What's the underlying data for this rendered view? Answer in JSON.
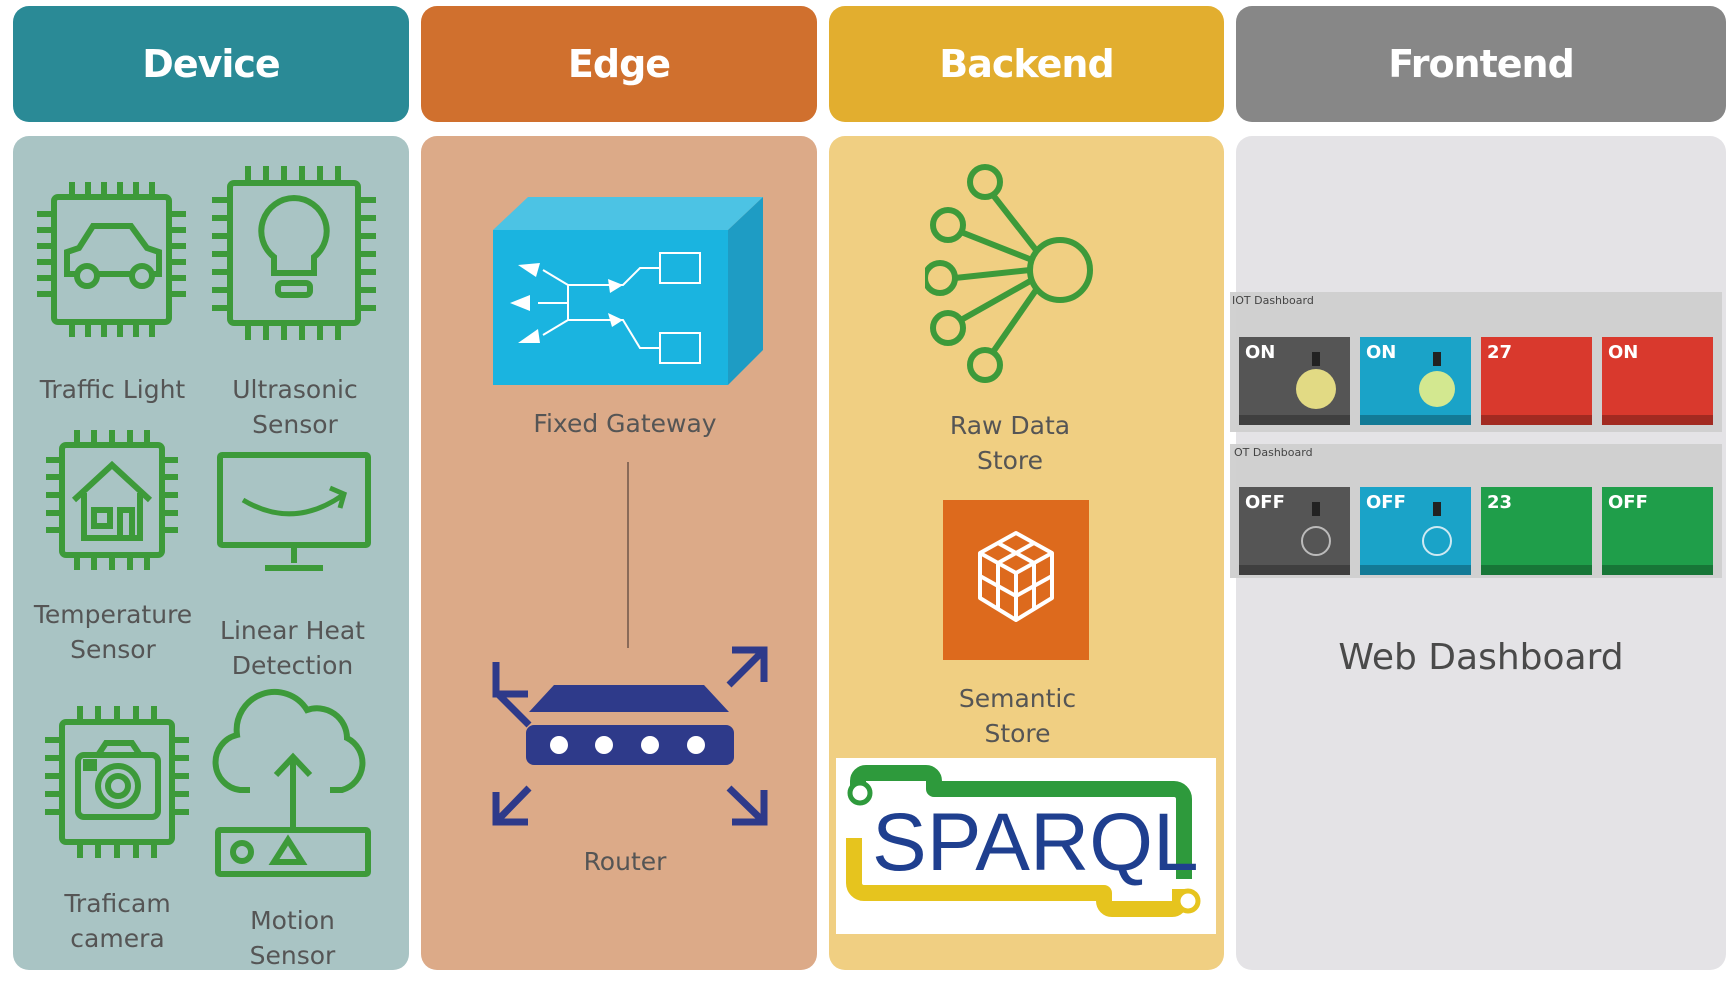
{
  "columns": [
    {
      "title": "Device",
      "color": "#2a8a96",
      "panel_color": "#a9c4c4"
    },
    {
      "title": "Edge",
      "color": "#d0702e",
      "panel_color": "#dcaa88"
    },
    {
      "title": "Backend",
      "color": "#e2ae2f",
      "panel_color": "#f0cf82"
    },
    {
      "title": "Frontend",
      "color": "#878787",
      "panel_color": "#e4e3e6"
    }
  ],
  "device": {
    "traffic_light": "Traffic Light",
    "ultrasonic_sensor": "Ultrasonic Sensor",
    "temperature_sensor": "Temperature Sensor",
    "linear_heat_detection": "Linear Heat Detection",
    "traficam_camera": "Traficam camera",
    "motion_sensor": "Motion Sensor",
    "icon_color": "#3d9a3a"
  },
  "edge": {
    "fixed_gateway": "Fixed Gateway",
    "router": "Router",
    "router_color": "#2e3a8a"
  },
  "backend": {
    "raw_data_store": "Raw Data Store",
    "semantic_store": "Semantic Store",
    "sparql_logo": "SPARQL"
  },
  "frontend": {
    "web_dashboard": "Web Dashboard",
    "dashboard_1": {
      "title": "IOT Dashboard",
      "tiles": [
        {
          "state": "ON",
          "color": "#555555"
        },
        {
          "state": "ON",
          "color": "#1aa3c8"
        },
        {
          "state": "27",
          "color": "#d9392d"
        },
        {
          "state": "ON",
          "color": "#d9392d"
        }
      ]
    },
    "dashboard_2": {
      "title": "OT Dashboard",
      "tiles": [
        {
          "state": "OFF",
          "color": "#555555"
        },
        {
          "state": "OFF",
          "color": "#1aa3c8"
        },
        {
          "state": "23",
          "color": "#1f9e4a"
        },
        {
          "state": "OFF",
          "color": "#1f9e4a"
        }
      ]
    }
  }
}
